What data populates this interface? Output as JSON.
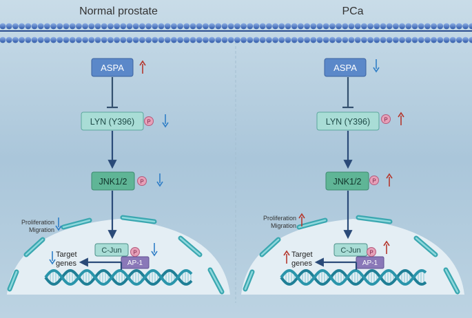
{
  "panels": {
    "left": {
      "title": "Normal prostate",
      "aspa": "ASPA",
      "lyn": "LYN (Y396)",
      "jnk": "JNK1/2",
      "cjun": "C-Jun",
      "ap1": "AP-1",
      "target": [
        "Target",
        "genes"
      ],
      "phenotype": [
        "Proliferation",
        "Migration"
      ],
      "p_label": "P",
      "arrows": {
        "aspa": "up",
        "lyn": "down",
        "jnk": "down",
        "cjun": "down",
        "target": "down",
        "phenotype": "down"
      }
    },
    "right": {
      "title": "PCa",
      "aspa": "ASPA",
      "lyn": "LYN (Y396)",
      "jnk": "JNK1/2",
      "cjun": "C-Jun",
      "ap1": "AP-1",
      "target": [
        "Target",
        "genes"
      ],
      "phenotype": [
        "Proliferation",
        "Migration"
      ],
      "p_label": "P",
      "arrows": {
        "aspa": "down",
        "lyn": "up",
        "jnk": "up",
        "cjun": "up",
        "target": "up",
        "phenotype": "up"
      }
    }
  },
  "colors": {
    "up": "#b5372d",
    "down": "#2f7ec6",
    "aspa_fill": "#5b88c9",
    "lyn_fill": "#a9ddd6",
    "jnk_fill": "#5fb596",
    "ap1_fill": "#8a78b8",
    "phospho": "#e6a0b8",
    "dna": "#2a8fa6"
  }
}
